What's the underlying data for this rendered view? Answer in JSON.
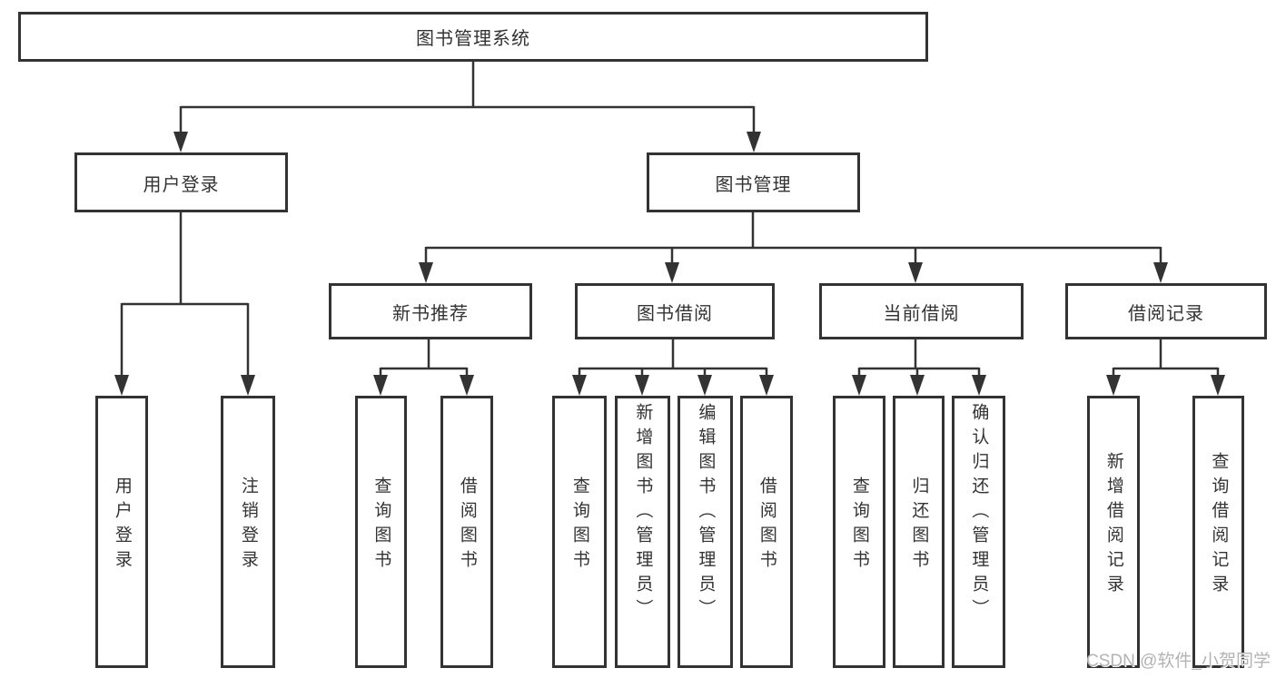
{
  "tree": {
    "root": {
      "label": "图书管理系统"
    },
    "branches": [
      {
        "label": "用户登录",
        "children": [
          {
            "label": "用户登录"
          },
          {
            "label": "注销登录"
          }
        ]
      },
      {
        "label": "图书管理",
        "children": [
          {
            "label": "新书推荐",
            "children": [
              {
                "label": "查询图书"
              },
              {
                "label": "借阅图书"
              }
            ]
          },
          {
            "label": "图书借阅",
            "children": [
              {
                "label": "查询图书"
              },
              {
                "label": "新增图书（管理员）"
              },
              {
                "label": "编辑图书（管理员）"
              },
              {
                "label": "借阅图书"
              }
            ]
          },
          {
            "label": "当前借阅",
            "children": [
              {
                "label": "查询图书"
              },
              {
                "label": "归还图书"
              },
              {
                "label": "确认归还（管理员）"
              }
            ]
          },
          {
            "label": "借阅记录",
            "children": [
              {
                "label": "新增借阅记录"
              },
              {
                "label": "查询借阅记录"
              }
            ]
          }
        ]
      }
    ]
  },
  "watermark": {
    "text": "CSDN @软件_小贺同学"
  },
  "colors": {
    "line": "#333333",
    "box_border": "#333333",
    "text": "#333333",
    "watermark": "#b3b3b3",
    "background": "#ffffff"
  }
}
